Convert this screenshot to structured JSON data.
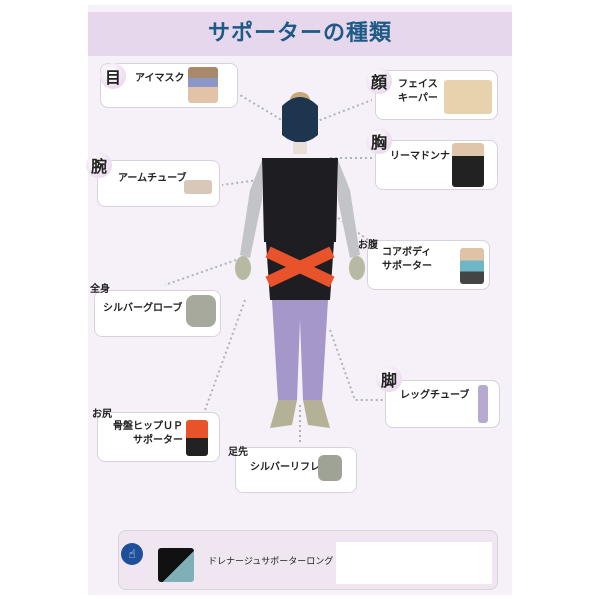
{
  "title": "サポーターの種類",
  "items": [
    {
      "part": "目",
      "name": "アイマスク"
    },
    {
      "part": "顔",
      "name": "フェイス\nキーパー"
    },
    {
      "part": "胸",
      "name": "リーマドンナ"
    },
    {
      "part": "腕",
      "name": "アームチューブ"
    },
    {
      "part": "お腹",
      "name": "コアボディ\nサポーター"
    },
    {
      "part": "全身",
      "name": "シルバーグローブ"
    },
    {
      "part": "脚",
      "name": "レッグチューブ"
    },
    {
      "part": "お尻",
      "name": "骨盤ヒップＵＰ\nサポーター"
    },
    {
      "part": "足先",
      "name": "シルバーリフレ"
    }
  ],
  "bottom": {
    "name": "ドレナージュサポーターロング"
  }
}
